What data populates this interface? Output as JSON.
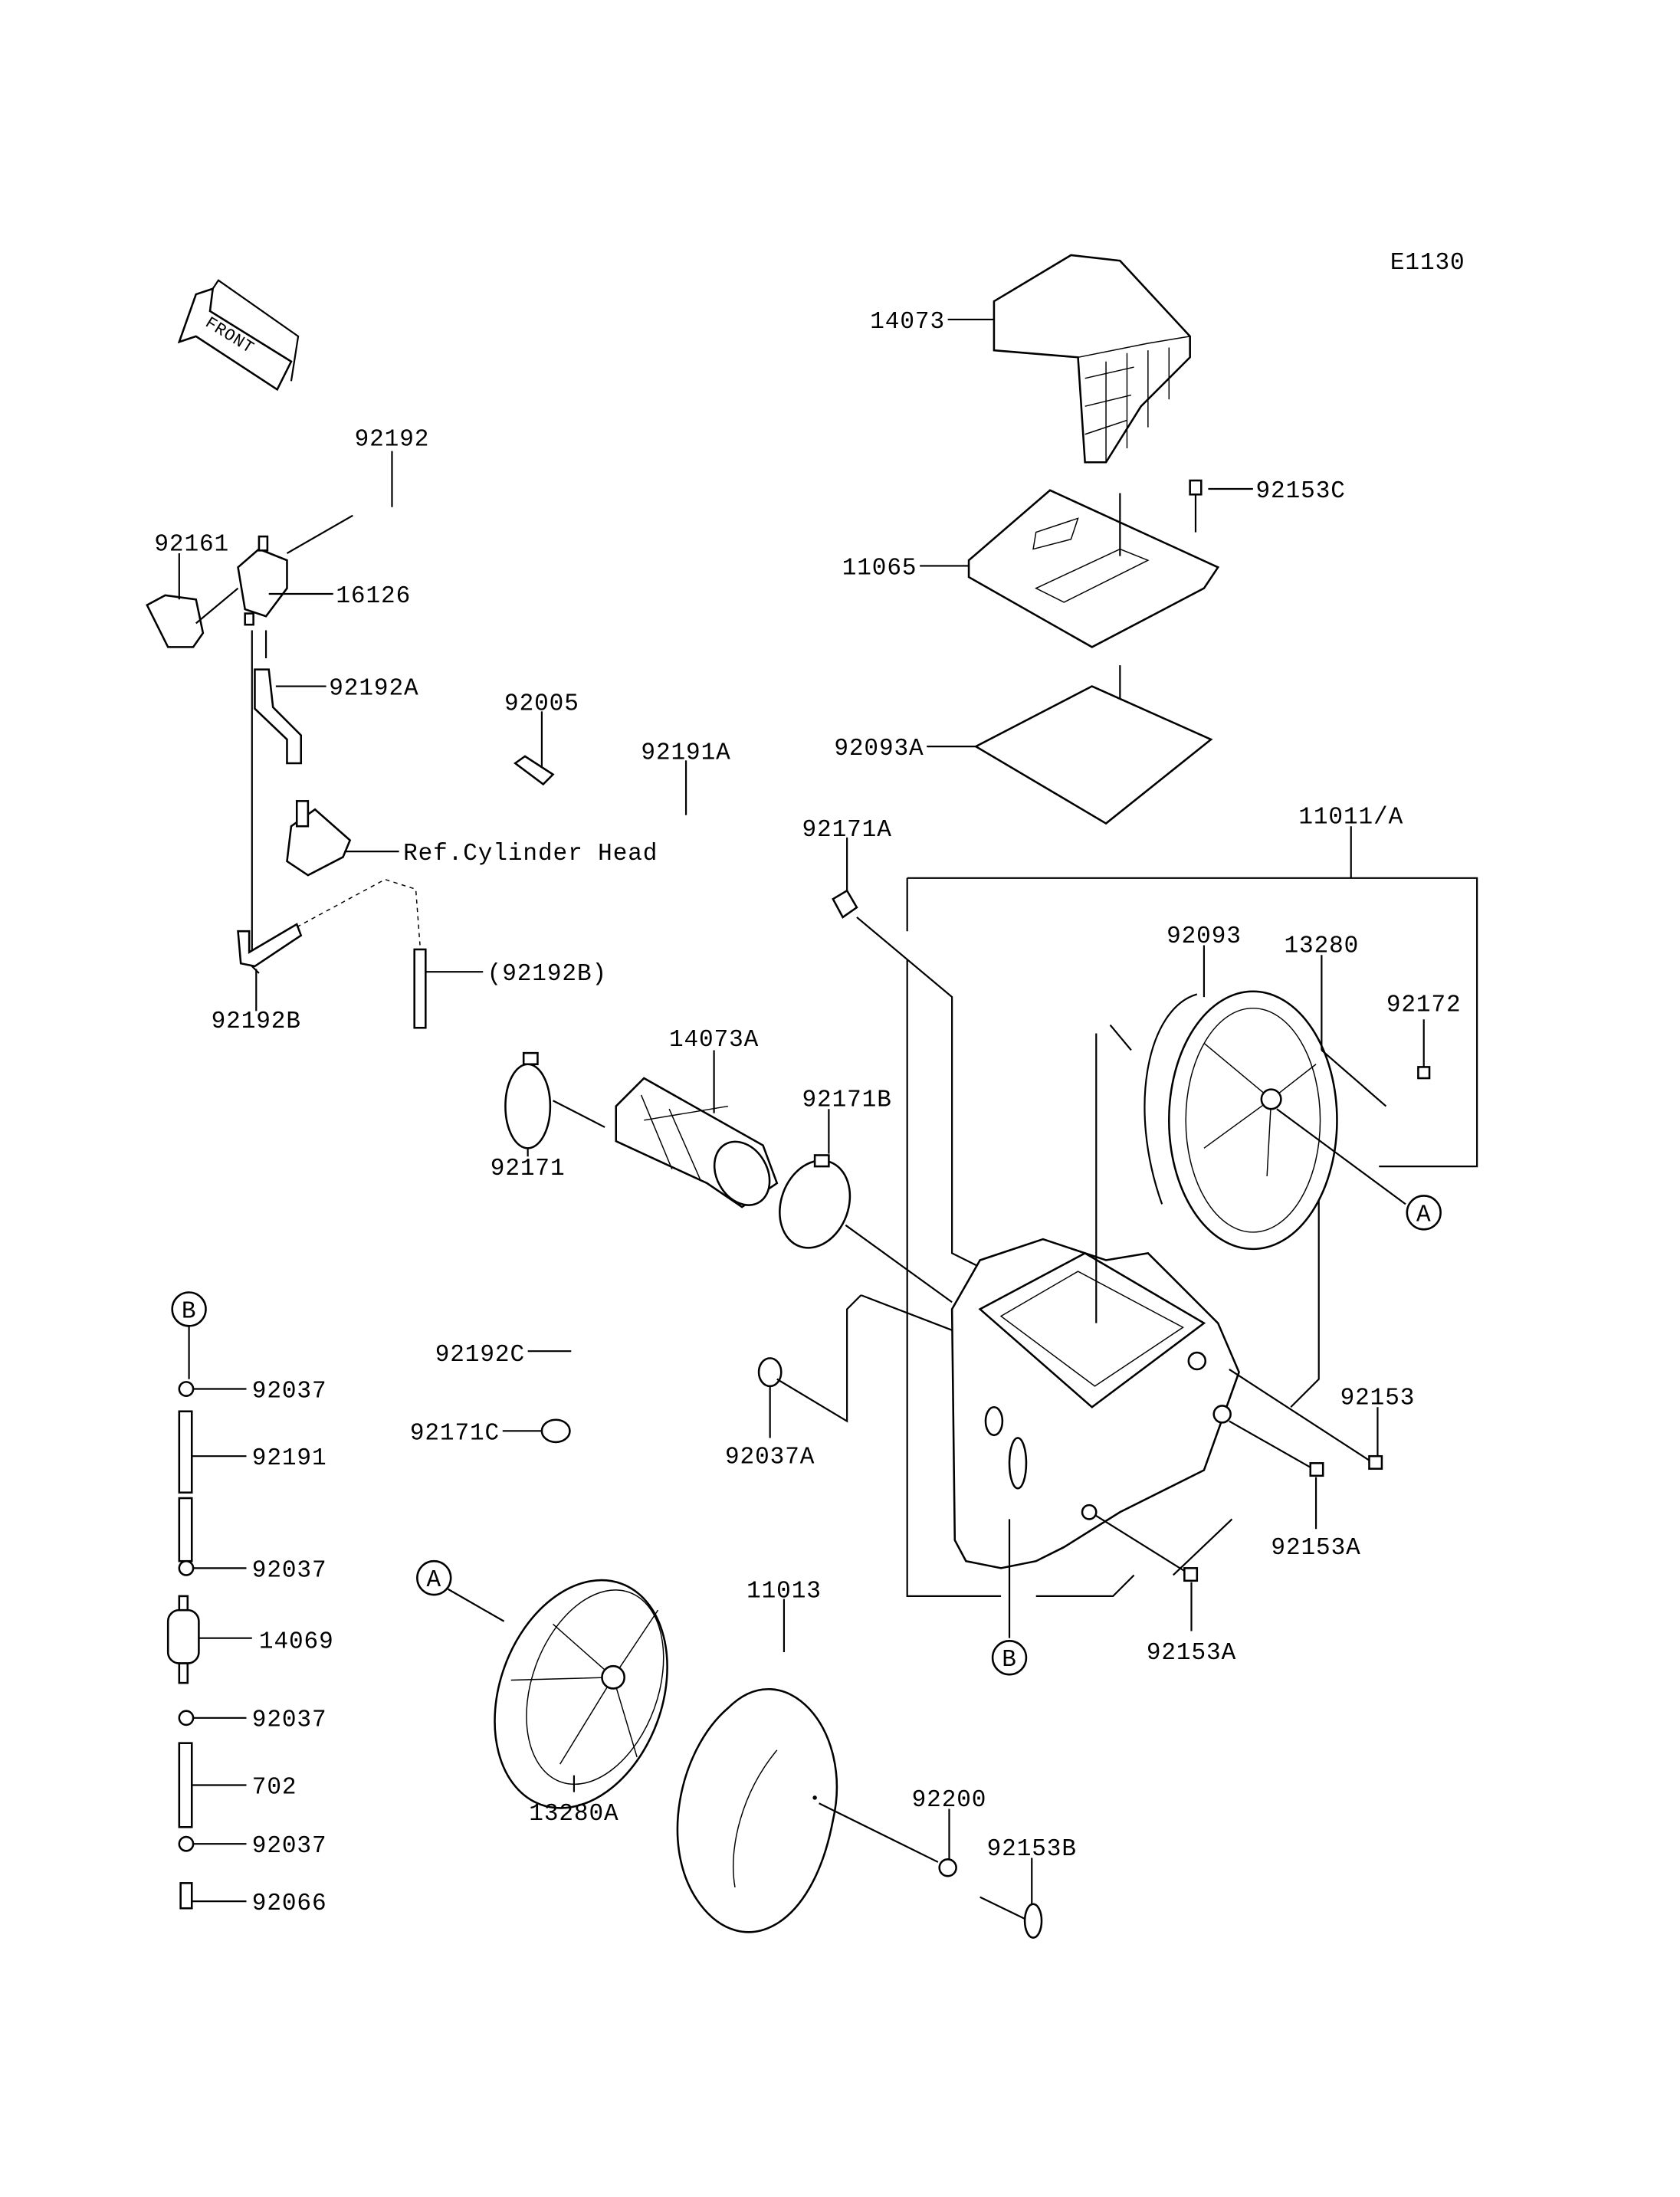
{
  "diagram_code": "E1130",
  "front_arrow": "FRONT",
  "labels": {
    "p14073": "14073",
    "p92153C": "92153C",
    "p11065": "11065",
    "p92093A": "92093A",
    "p92192": "92192",
    "p92161": "92161",
    "p16126": "16126",
    "p92192A": "92192A",
    "p92005": "92005",
    "p92191A": "92191A",
    "ref_cyl": "Ref.Cylinder Head",
    "p92171A": "92171A",
    "p11011A": "11011/A",
    "p92093": "92093",
    "p13280": "13280",
    "p92172": "92172",
    "p92192B_paren": "(92192B)",
    "p92192B": "92192B",
    "p14073A": "14073A",
    "p92171B": "92171B",
    "p92171": "92171",
    "p92037_1": "92037",
    "p92192C": "92192C",
    "p92153": "92153",
    "p92171C": "92171C",
    "p92191": "92191",
    "p92037A": "92037A",
    "p92153A_1": "92153A",
    "p92037_2": "92037",
    "p11013": "11013",
    "p14069": "14069",
    "p92153A_2": "92153A",
    "p92037_3": "92037",
    "p702": "702",
    "p92200": "92200",
    "p13280A": "13280A",
    "p92153B": "92153B",
    "p92037_4": "92037",
    "p92066": "92066"
  },
  "ref_markers": {
    "a": "A",
    "b": "B"
  }
}
